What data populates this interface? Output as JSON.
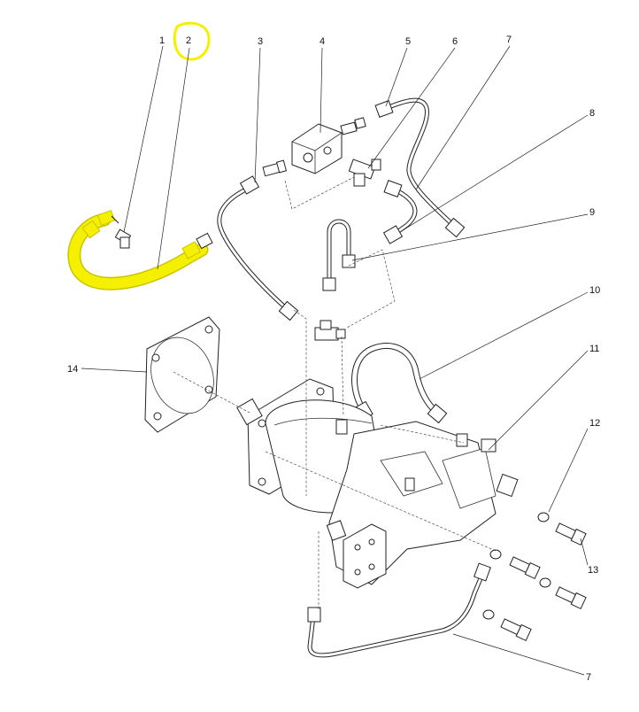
{
  "colors": {
    "highlight": "#f5f000",
    "highlight_stroke": "#c9c400",
    "line": "#222222",
    "background": "#ffffff"
  },
  "callouts": {
    "c1": "1",
    "c2": "2",
    "c3": "3",
    "c4": "4",
    "c5": "5",
    "c6": "6",
    "c7_top": "7",
    "c8": "8",
    "c9": "9",
    "c10": "10",
    "c11": "11",
    "c12": "12",
    "c13": "13",
    "c14": "14",
    "c7_bottom": "7"
  },
  "highlighted_part": "2"
}
